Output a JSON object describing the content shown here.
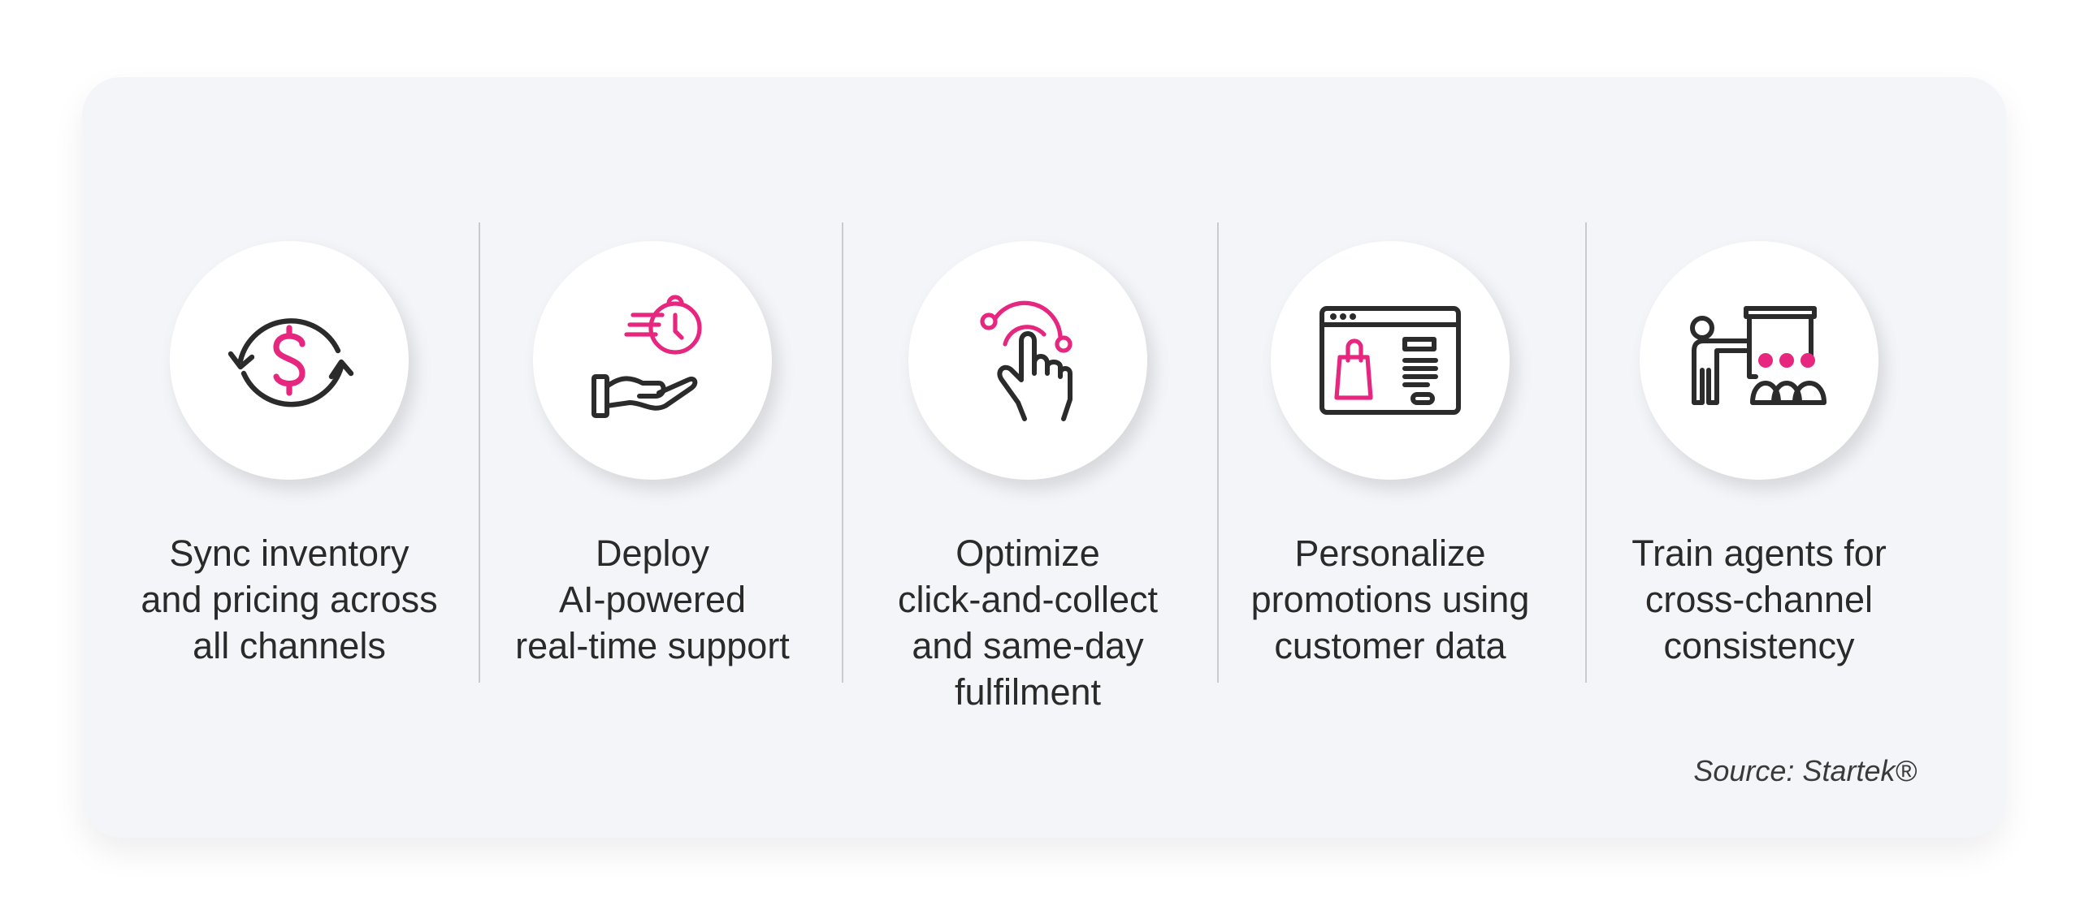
{
  "colors": {
    "accent": "#e6267f",
    "ink": "#2b2b2b",
    "card": "#f4f5f9"
  },
  "items": [
    {
      "icon": "dollar-sync-icon",
      "lines": [
        "Sync inventory",
        "and pricing across",
        "all channels"
      ]
    },
    {
      "icon": "hand-stopwatch-icon",
      "lines": [
        "Deploy",
        "AI-powered",
        "real-time support"
      ]
    },
    {
      "icon": "tap-finger-icon",
      "lines": [
        "Optimize",
        "click-and-collect",
        "and same-day",
        "fulfilment"
      ]
    },
    {
      "icon": "browser-shopping-bag-icon",
      "lines": [
        "Personalize",
        "promotions using",
        "customer data"
      ]
    },
    {
      "icon": "trainer-presentation-icon",
      "lines": [
        "Train agents for",
        "cross-channel",
        "consistency"
      ]
    }
  ],
  "source": "Source: Startek®"
}
